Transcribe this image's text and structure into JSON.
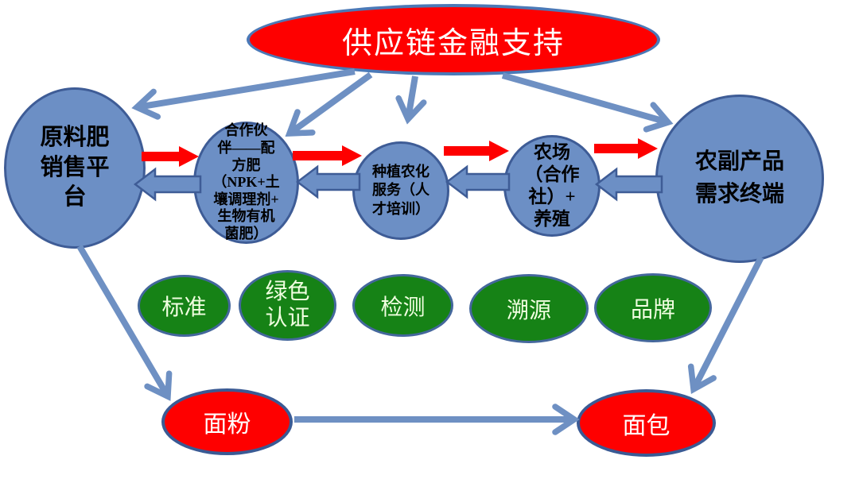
{
  "colors": {
    "node_blue_fill": "#6C8FC5",
    "node_blue_border": "#3E5C96",
    "ellipse_red_fill": "#FE0000",
    "green_fill": "#168216",
    "green_border": "#44679C",
    "arrow_blue": "#6E90C3",
    "arrow_red": "#FE0000",
    "text_on_blue": "#000000",
    "text_on_red": "#FFFFFF",
    "text_on_green": "#F1FFE1"
  },
  "finance": {
    "label": "供应链金融支持"
  },
  "chain": {
    "platform": {
      "lines": [
        "原料肥",
        "销售平",
        "台"
      ]
    },
    "partner": {
      "lines": [
        "合作伙",
        "伴——配",
        "方肥",
        "（NPK+土",
        "壤调理剂+",
        "生物有机",
        "菌肥）"
      ]
    },
    "service": {
      "lines": [
        "种植农化",
        "服务（人",
        "才培训）"
      ]
    },
    "farm": {
      "lines": [
        "农场",
        "（合作",
        "社）+",
        "养殖"
      ]
    },
    "terminal": {
      "lines": [
        "农副产品",
        "需求终端"
      ]
    }
  },
  "badges": [
    {
      "lines": [
        "标准"
      ]
    },
    {
      "lines": [
        "绿色",
        "认证"
      ]
    },
    {
      "lines": [
        "检测"
      ]
    },
    {
      "lines": [
        "溯源"
      ]
    },
    {
      "lines": [
        "品牌"
      ]
    }
  ],
  "products": {
    "flour": "面粉",
    "bread": "面包"
  }
}
